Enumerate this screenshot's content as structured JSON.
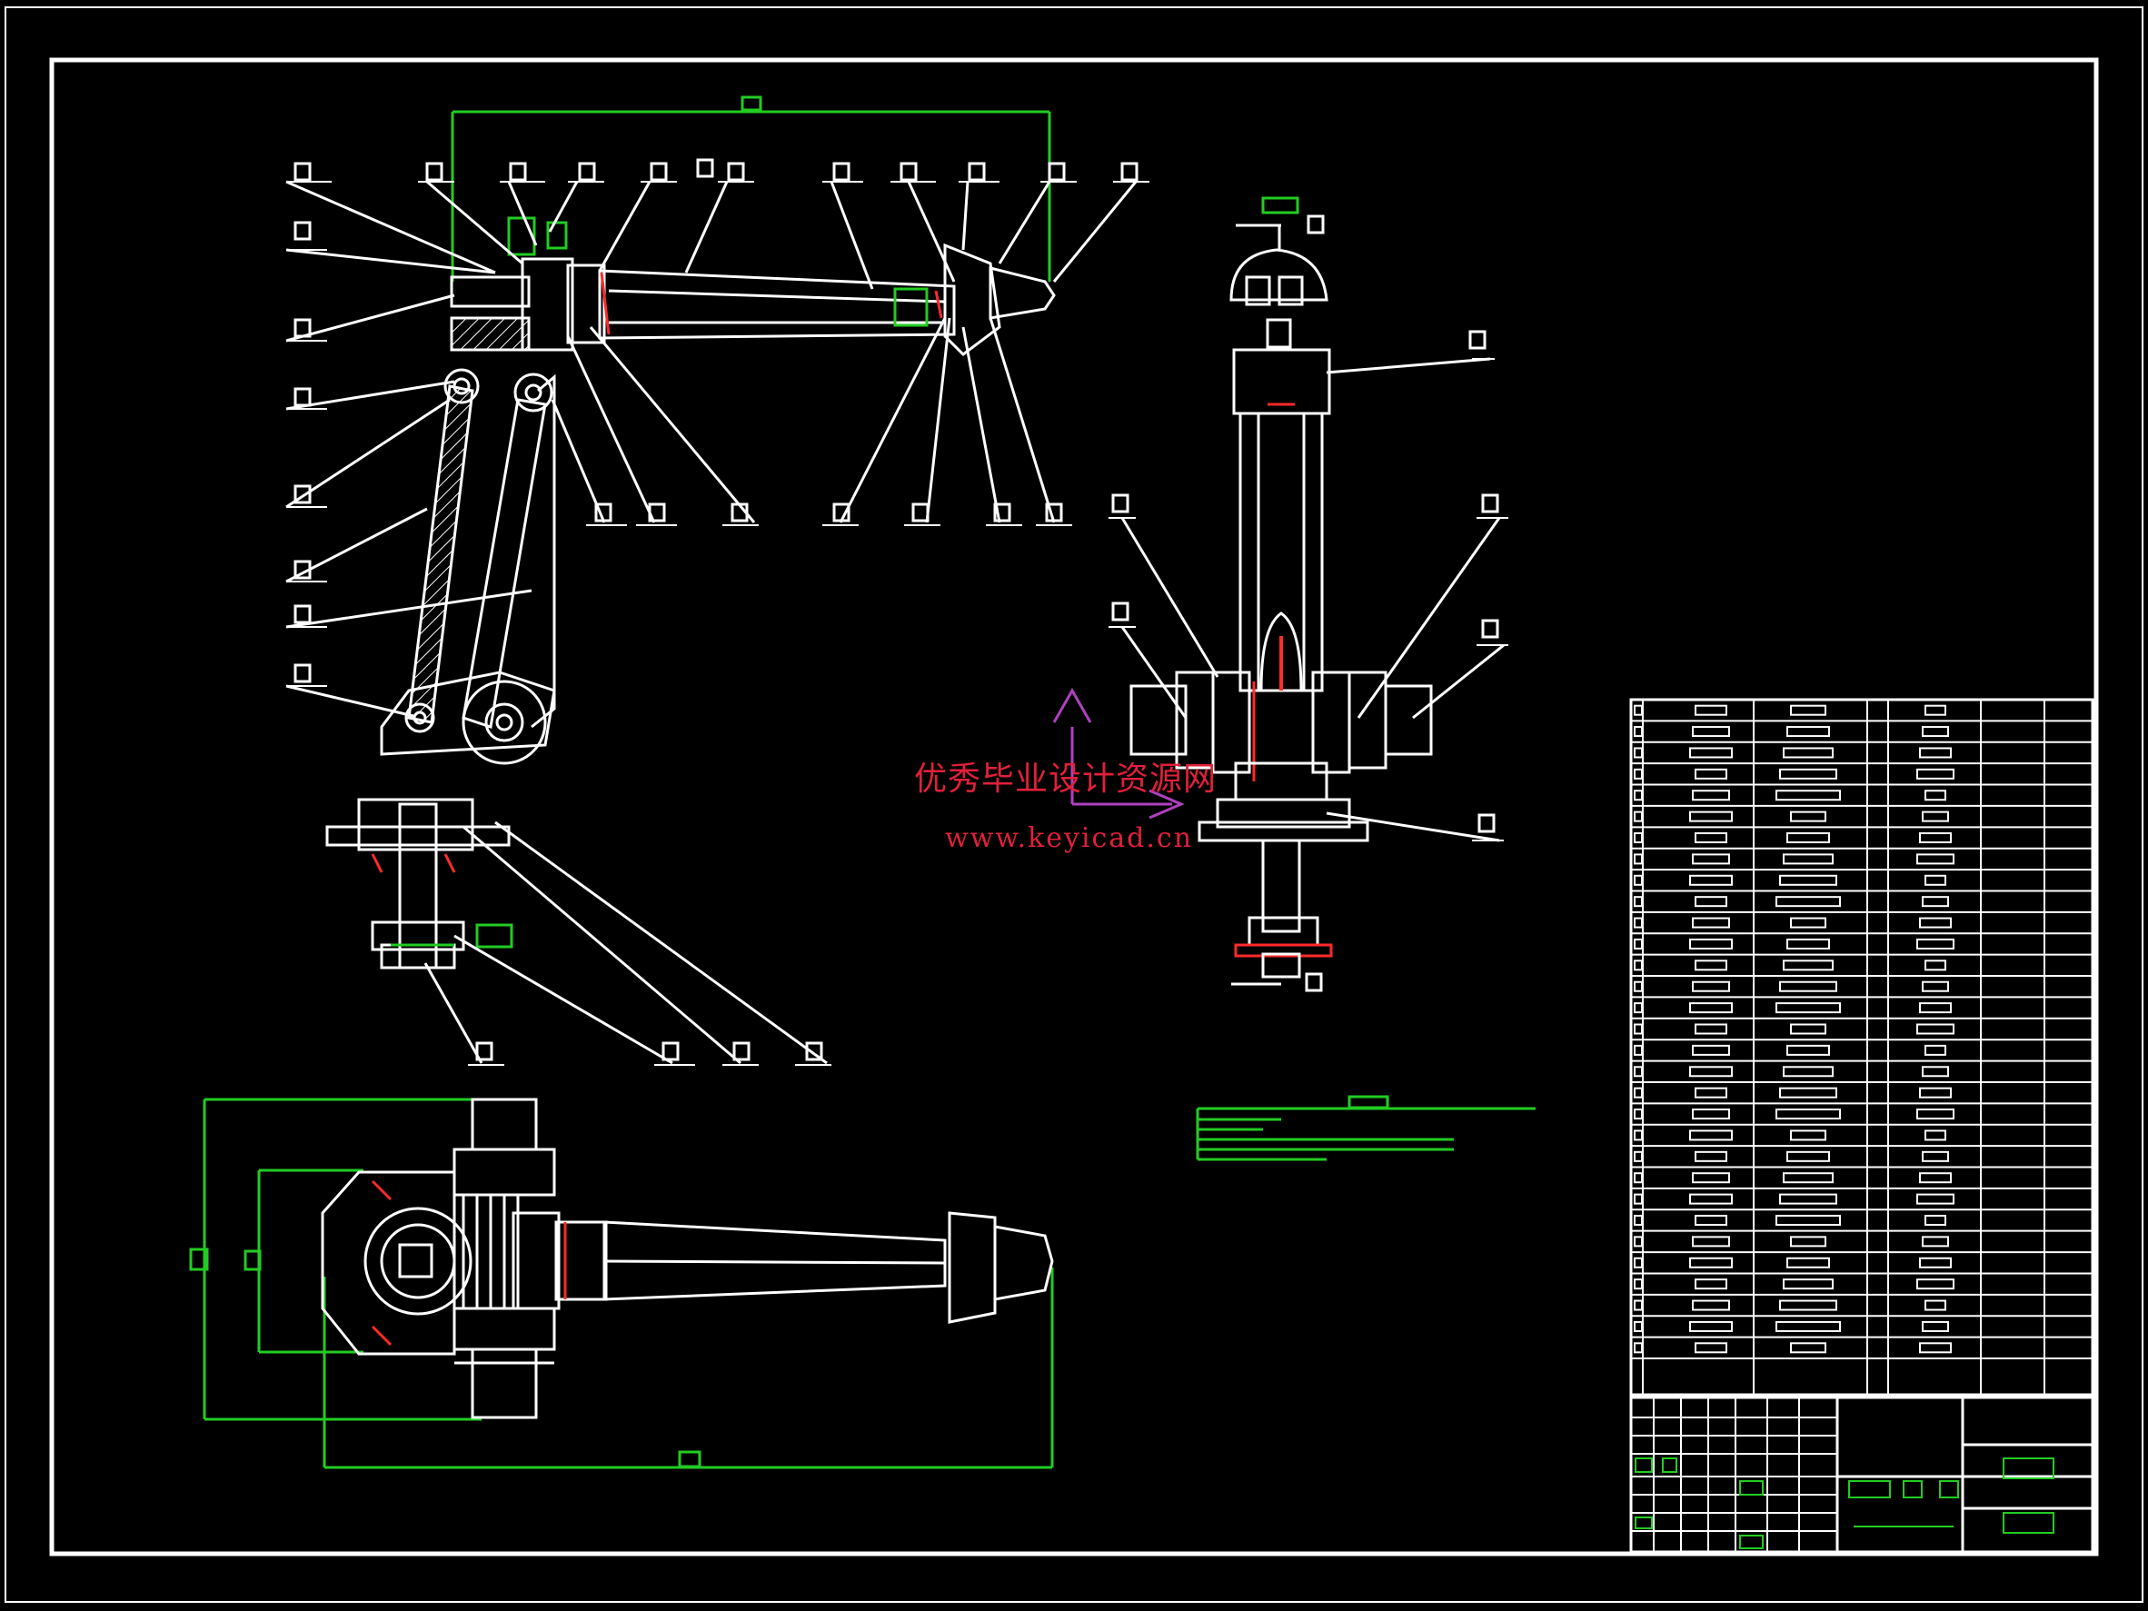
{
  "watermark": {
    "line1": "优秀毕业设计资源网",
    "line2": "www.keyicad.cn"
  },
  "colors": {
    "background": "#000000",
    "linework": "#ffffff",
    "dimension": "#22cc22",
    "section_highlight": "#ff2a2a",
    "watermark": "#e0203a",
    "view_arrow": "#b040c0"
  },
  "views": [
    "front-view",
    "side-view",
    "top-view"
  ],
  "parts_list_rows": 31
}
